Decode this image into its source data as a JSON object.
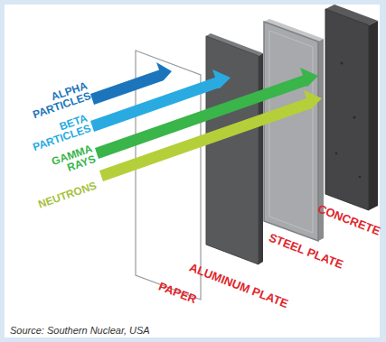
{
  "diagram": {
    "caption": "Source: Southern Nuclear, USA",
    "labels": [
      "ALPHA PARTICLES",
      "BETA PARTICLES",
      "GAMMA RAYS",
      "NEUTRONS",
      "PAPER",
      "ALUMINUM PLATE",
      "STEEL PLATE",
      "CONCRETE"
    ]
  }
}
